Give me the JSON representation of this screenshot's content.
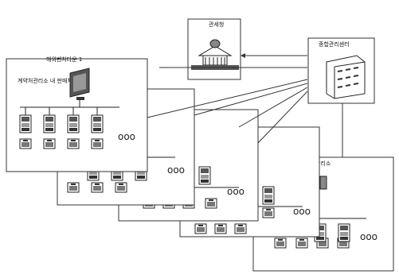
{
  "diagram": {
    "hq_label": "관세청",
    "center_label": "종합관리센터",
    "site_label": "해외벤처타운 1",
    "site_sub_label": "계약처관리소 내 판매처",
    "lower_label": "관리소",
    "more_glyph": "ooo",
    "line_color": "#444444",
    "icons": [
      "hq-building-icon",
      "management-center-building-icon",
      "server-monitor-icon",
      "slot-machine-icon",
      "bill-acceptor-icon"
    ]
  }
}
